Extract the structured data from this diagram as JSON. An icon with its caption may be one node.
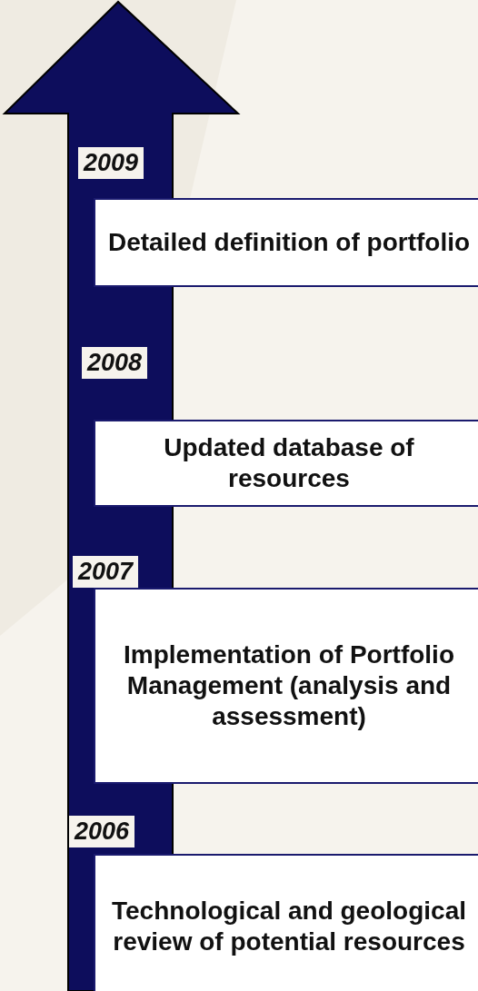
{
  "diagram": {
    "nodes": [
      {
        "text": [
          "Detailed definition of portfolio"
        ],
        "beside": [
          "2009"
        ]
      },
      {
        "text": [
          "Updated database of resources"
        ],
        "beside": [
          "2008"
        ]
      },
      {
        "text": [
          "Implementation of Portfolio Management (analysis and assessment)"
        ],
        "beside": [
          "2007"
        ]
      },
      {
        "text": [
          "Technological and geological review of potential resources"
        ],
        "beside": [
          "2006"
        ]
      }
    ]
  }
}
